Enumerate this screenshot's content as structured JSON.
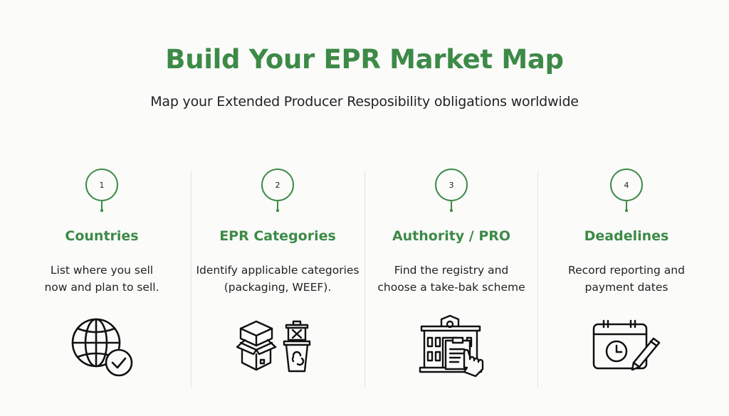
{
  "header": {
    "title": "Build Your EPR Market Map",
    "subtitle": "Map your Extended Producer Resposibility obligations worldwide"
  },
  "colors": {
    "accent": "#3d8a47",
    "text": "#222222",
    "divider": "#e2e2e2",
    "background": "#fbfbfa"
  },
  "steps": [
    {
      "number": "1",
      "title": "Countries",
      "description": "List where you sell\nnow and plan to sell.",
      "icon": "globe-check-icon"
    },
    {
      "number": "2",
      "title": "EPR Categories",
      "description": "Identify applicable categories\n(packaging, WEEF).",
      "icon": "box-recycle-bin-icon"
    },
    {
      "number": "3",
      "title": "Authority / PRO",
      "description": "Find the registry and\nchoose a take-bak scheme",
      "icon": "building-clipboard-icon"
    },
    {
      "number": "4",
      "title": "Deadelines",
      "description": "Record reporting and\npayment dates",
      "icon": "calendar-clock-pencil-icon"
    }
  ]
}
